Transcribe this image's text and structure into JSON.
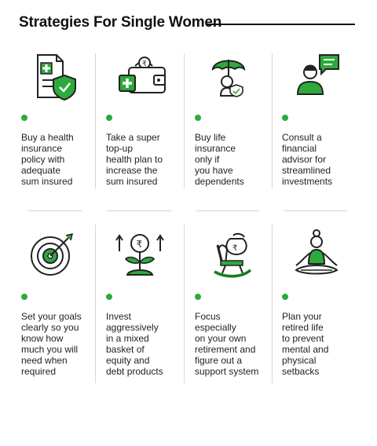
{
  "title": "Strategies For Single Women",
  "accent_color": "#2daa3c",
  "strategies": [
    {
      "icon": "health-document-shield-icon",
      "text": [
        "Buy a health",
        "insurance",
        "policy with",
        "adequate",
        "sum insured"
      ]
    },
    {
      "icon": "wallet-medical-cross-icon",
      "text": [
        "Take a super",
        "top-up",
        "health plan to",
        "increase the",
        "sum insured"
      ]
    },
    {
      "icon": "woman-umbrella-shield-icon",
      "text": [
        "Buy life",
        "insurance",
        "only if",
        "you have",
        "dependents"
      ]
    },
    {
      "icon": "advisor-chat-icon",
      "text": [
        "Consult a",
        "financial",
        "advisor for",
        "streamlined",
        "investments"
      ]
    },
    {
      "icon": "target-arrow-icon",
      "text": [
        "Set your goals",
        "clearly so you",
        "know how",
        "much you will",
        "need when",
        "required"
      ]
    },
    {
      "icon": "money-plant-growth-icon",
      "text": [
        "Invest",
        "aggressively",
        "in a mixed",
        "basket of",
        "equity and",
        "debt products"
      ]
    },
    {
      "icon": "rocking-chair-money-bag-icon",
      "text": [
        "Focus",
        "especially",
        "on your own",
        "retirement and",
        "figure out a",
        "support system"
      ]
    },
    {
      "icon": "meditation-woman-icon",
      "text": [
        "Plan your",
        "retired life",
        "to prevent",
        "mental and",
        "physical",
        "setbacks"
      ]
    }
  ]
}
